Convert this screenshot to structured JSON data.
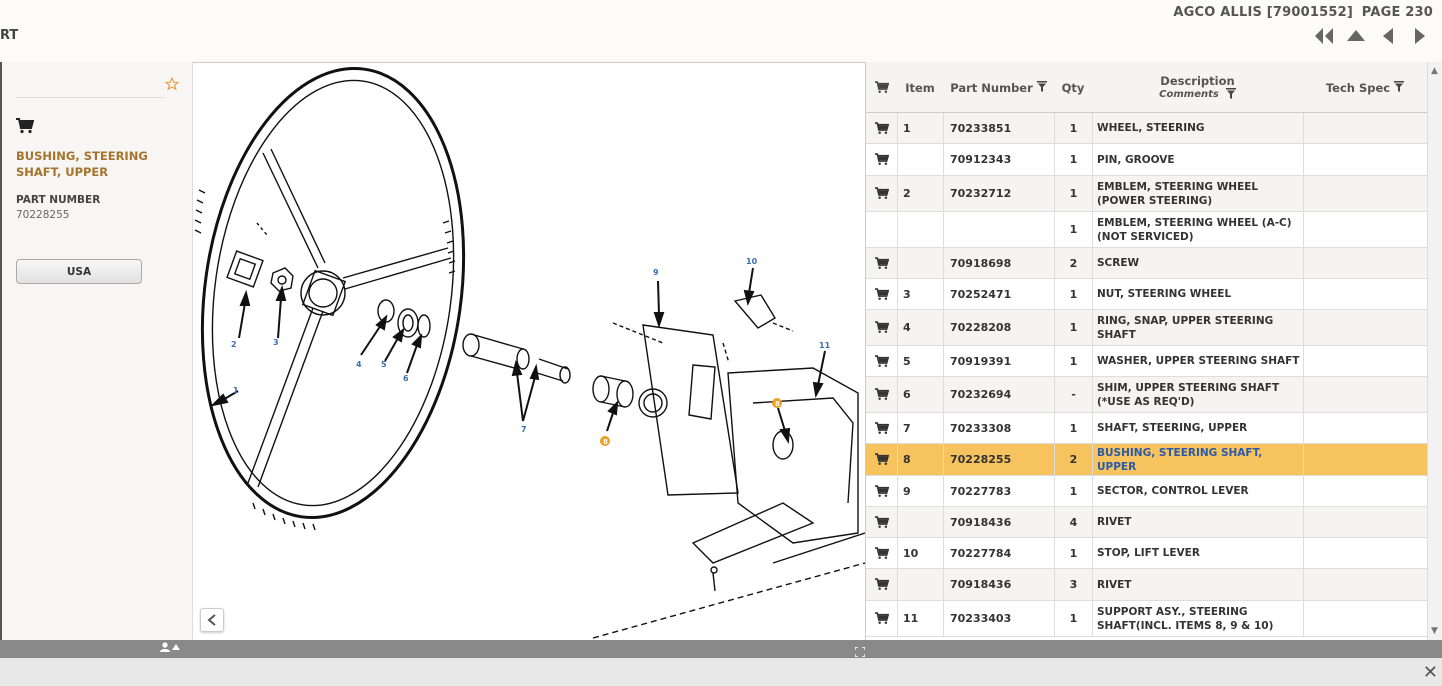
{
  "header": {
    "left_fragment": "RT",
    "brand": "AGCO ALLIS [79001552]",
    "page": "PAGE 230",
    "nav": [
      "first-page",
      "up",
      "previous",
      "next"
    ]
  },
  "left_panel": {
    "part_name": "BUSHING, STEERING SHAFT, UPPER",
    "part_number_label": "PART NUMBER",
    "part_number": "70228255",
    "region_button": "USA"
  },
  "diagram": {
    "callouts": [
      "1",
      "2",
      "3",
      "4",
      "5",
      "6",
      "7",
      "8",
      "8",
      "9",
      "10",
      "11"
    ],
    "highlight_color": "#f0a020",
    "callout_color": "#3a6fb0"
  },
  "table": {
    "columns": {
      "item": "Item",
      "part_number": "Part Number",
      "qty": "Qty",
      "description": "Description",
      "comments": "Comments",
      "tech_spec": "Tech Spec"
    },
    "rows": [
      {
        "item": "1",
        "pn": "70233851",
        "qty": "1",
        "desc": "WHEEL, STEERING"
      },
      {
        "item": "",
        "pn": "70912343",
        "qty": "1",
        "desc": "PIN, GROOVE"
      },
      {
        "item": "2",
        "pn": "70232712",
        "qty": "1",
        "desc": "EMBLEM, STEERING WHEEL (POWER STEERING)"
      },
      {
        "item": "",
        "pn": "",
        "qty": "1",
        "desc": "EMBLEM, STEERING WHEEL (A-C) (NOT SERVICED)"
      },
      {
        "item": "",
        "pn": "70918698",
        "qty": "2",
        "desc": "SCREW"
      },
      {
        "item": "3",
        "pn": "70252471",
        "qty": "1",
        "desc": "NUT, STEERING WHEEL"
      },
      {
        "item": "4",
        "pn": "70228208",
        "qty": "1",
        "desc": "RING, SNAP, UPPER STEERING SHAFT"
      },
      {
        "item": "5",
        "pn": "70919391",
        "qty": "1",
        "desc": "WASHER, UPPER STEERING SHAFT"
      },
      {
        "item": "6",
        "pn": "70232694",
        "qty": "-",
        "desc": "SHIM, UPPER STEERING SHAFT (*USE AS REQ'D)"
      },
      {
        "item": "7",
        "pn": "70233308",
        "qty": "1",
        "desc": "SHAFT, STEERING, UPPER"
      },
      {
        "item": "8",
        "pn": "70228255",
        "qty": "2",
        "desc": "BUSHING, STEERING SHAFT, UPPER"
      },
      {
        "item": "9",
        "pn": "70227783",
        "qty": "1",
        "desc": "SECTOR, CONTROL LEVER"
      },
      {
        "item": "",
        "pn": "70918436",
        "qty": "4",
        "desc": "RIVET"
      },
      {
        "item": "10",
        "pn": "70227784",
        "qty": "1",
        "desc": "STOP, LIFT LEVER"
      },
      {
        "item": "",
        "pn": "70918436",
        "qty": "3",
        "desc": "RIVET"
      },
      {
        "item": "11",
        "pn": "70233403",
        "qty": "1",
        "desc": "SUPPORT ASY., STEERING SHAFT(INCL. ITEMS 8, 9 & 10)"
      }
    ]
  },
  "colors": {
    "selected_row": "#f7c35f",
    "part_name": "#a4732c",
    "selected_desc": "#2a5aa8"
  }
}
